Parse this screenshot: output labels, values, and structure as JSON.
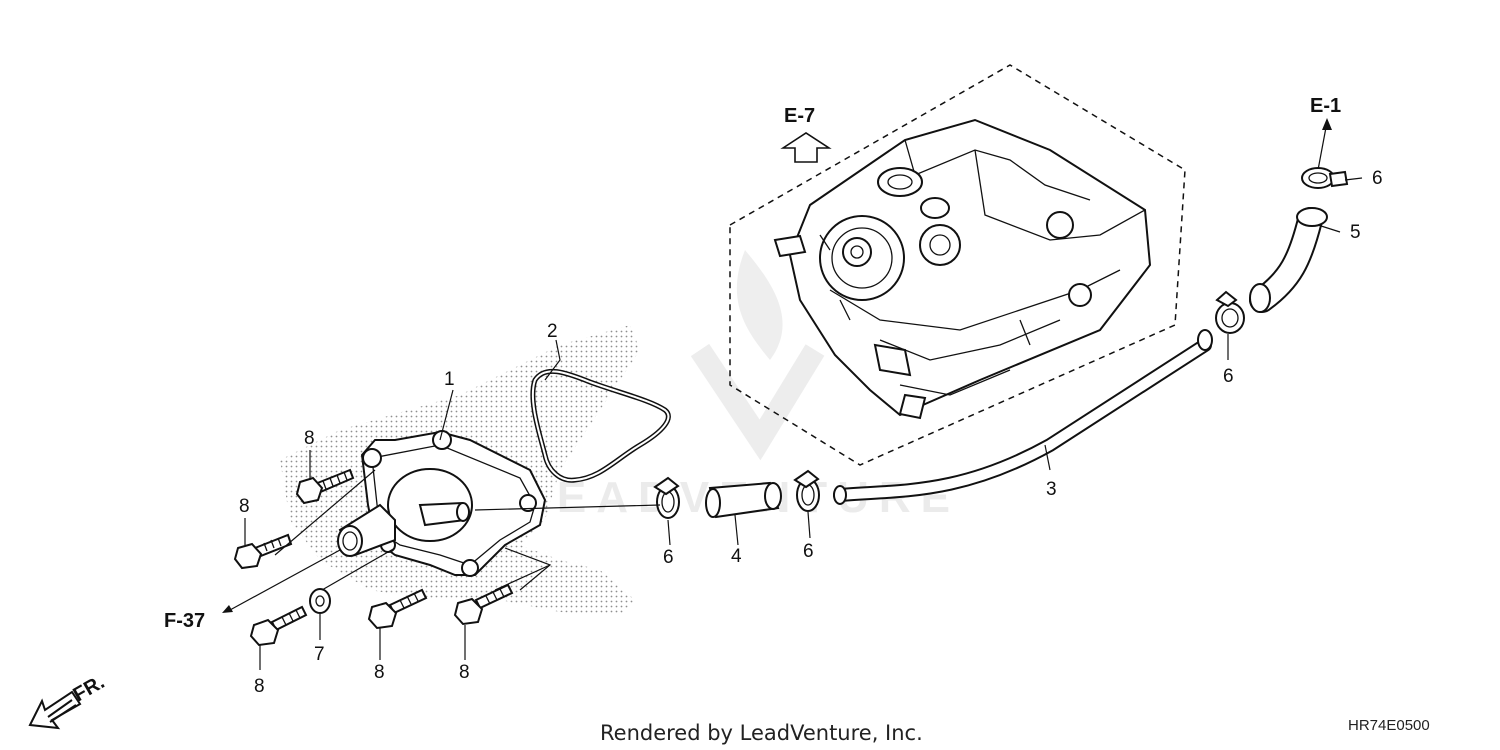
{
  "diagram": {
    "callouts": {
      "pump": "1",
      "gasket": "2",
      "pipe": "3",
      "hose_short": "4",
      "hose_bent": "5",
      "clamp_top": "6",
      "clamp_mid_right": "6",
      "clamp_left": "6",
      "clamp_center": "6",
      "washer": "7",
      "bolt_upper": "8",
      "bolt_left": "8",
      "bolt_bottom_left": "8",
      "bolt_bottom_mid": "8",
      "bolt_bottom_right": "8"
    },
    "references": {
      "e7": "E-7",
      "e1": "E-1",
      "f37": "F-37",
      "front": "FR."
    },
    "watermark_text": "LEADVENTURE",
    "credit": "Rendered by LeadVenture, Inc.",
    "diagram_code": "HR74E0500",
    "colors": {
      "line": "#111111",
      "stipple": "#9a9a9a",
      "watermark": "#e9e9e9"
    }
  }
}
